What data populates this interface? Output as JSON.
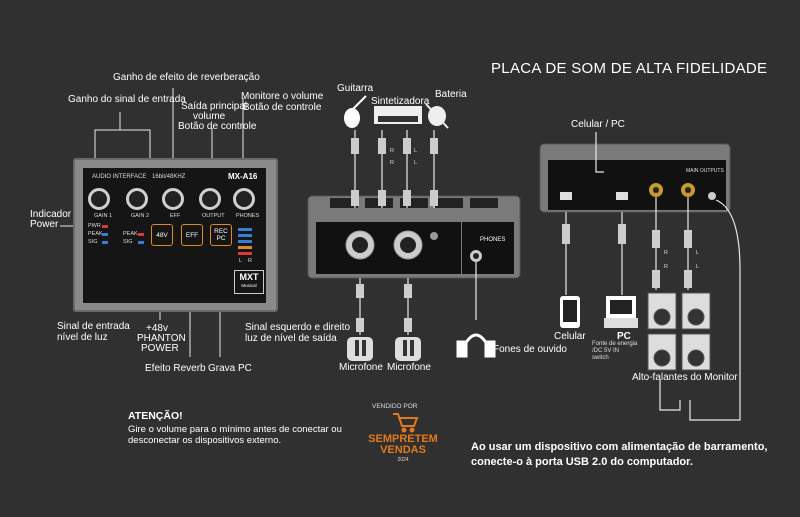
{
  "title": "PLACA DE SOM DE ALTA FIDELIDADE",
  "front_labels": {
    "gain_reverb": "Ganho de efeito de reverberação",
    "gain_input": "Ganho do sinal de entrada",
    "main_out_1": "Saída principal",
    "main_out_2": "volume",
    "main_out_3": "Botão de controle",
    "monitor_1": "Monitore o volume",
    "monitor_2": "Botão de controle",
    "indicator_1": "Indicador",
    "indicator_2": "Power",
    "signal_in_1": "Sinal de entrada",
    "signal_in_2": "nível de luz",
    "phantom_1": "+48v",
    "phantom_2": "PHANTON",
    "phantom_3": "POWER",
    "reverb_fx": "Efeito Reverb",
    "record_pc": "Grava PC",
    "lr_signal_1": "Sinal esquerdo e direito",
    "lr_signal_2": "luz de nível de saída"
  },
  "device": {
    "header": "AUDIO INTERFACE",
    "spec": "16bit/48KHZ",
    "model": "MX-A16",
    "knob_labels": [
      "GAIN 1",
      "GAIN 2",
      "EFF",
      "OUTPUT",
      "PHONES"
    ],
    "leds": [
      "PWR",
      "PEAK",
      "SIG",
      "PEAK",
      "SIG"
    ],
    "buttons": [
      "48V",
      "EFF",
      "REC PC"
    ],
    "logo": "MXT",
    "logo_sub": "Musical",
    "lr": [
      "L",
      "R"
    ]
  },
  "inputs": {
    "guitar": "Guitarra",
    "synth": "Sintetizadora",
    "drums": "Bateria",
    "mic1": "Microfone",
    "mic2": "Microfone",
    "phones": "Fones de ouvido",
    "phones_panel": "PHONES",
    "channel_r": "R",
    "channel_l": "L"
  },
  "rear": {
    "phone_pc": "Celular / PC",
    "main_outputs": "MAIN OUTPUTS",
    "celular": "Celular",
    "pc": "PC",
    "power_1": "Fonte de energia",
    "power_2": "/DC 5V IN",
    "power_3": "switch",
    "monitors": "Alto-falantes do Monitor"
  },
  "warning": {
    "heading": "ATENÇÃO!",
    "text": "Gire o volume para o mínimo antes de conectar ou desconectar os dispositivos externo."
  },
  "seller": {
    "sold_by": "VENDIDO POR",
    "name": "SEMPRETEM VENDAS",
    "year": "2024"
  },
  "bus_note": {
    "line1": "Ao usar um dispositivo com alimentação de barramento,",
    "line2": "conecte-o à porta USB 2.0 do computador."
  },
  "colors": {
    "background": "#303030",
    "accent": "#e07a1c",
    "blue_led": "#3a7bd5",
    "red_led": "#d63a3a"
  }
}
